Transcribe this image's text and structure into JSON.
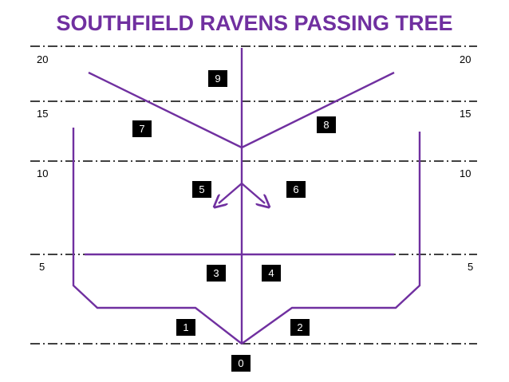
{
  "title": "SOUTHFIELD RAVENS PASSING TREE",
  "colors": {
    "title": "#7030a0",
    "route": "#7030a0",
    "yard_line": "#000000",
    "number_box_bg": "#000000",
    "number_box_text": "#ffffff",
    "background": "#ffffff"
  },
  "yard_lines": [
    {
      "yards": "20",
      "left_label": "20",
      "right_label": "20"
    },
    {
      "yards": "15",
      "left_label": "15",
      "right_label": "15"
    },
    {
      "yards": "10",
      "left_label": "10",
      "right_label": "10"
    },
    {
      "yards": "5",
      "left_label": "5",
      "right_label": "5"
    },
    {
      "yards": "0",
      "left_label": "",
      "right_label": ""
    }
  ],
  "routes": [
    {
      "number": "0",
      "name": "route-0-label"
    },
    {
      "number": "1",
      "name": "route-1-label"
    },
    {
      "number": "2",
      "name": "route-2-label"
    },
    {
      "number": "3",
      "name": "route-3-label"
    },
    {
      "number": "4",
      "name": "route-4-label"
    },
    {
      "number": "5",
      "name": "route-5-label"
    },
    {
      "number": "6",
      "name": "route-6-label"
    },
    {
      "number": "7",
      "name": "route-7-label"
    },
    {
      "number": "8",
      "name": "route-8-label"
    },
    {
      "number": "9",
      "name": "route-9-label"
    }
  ]
}
